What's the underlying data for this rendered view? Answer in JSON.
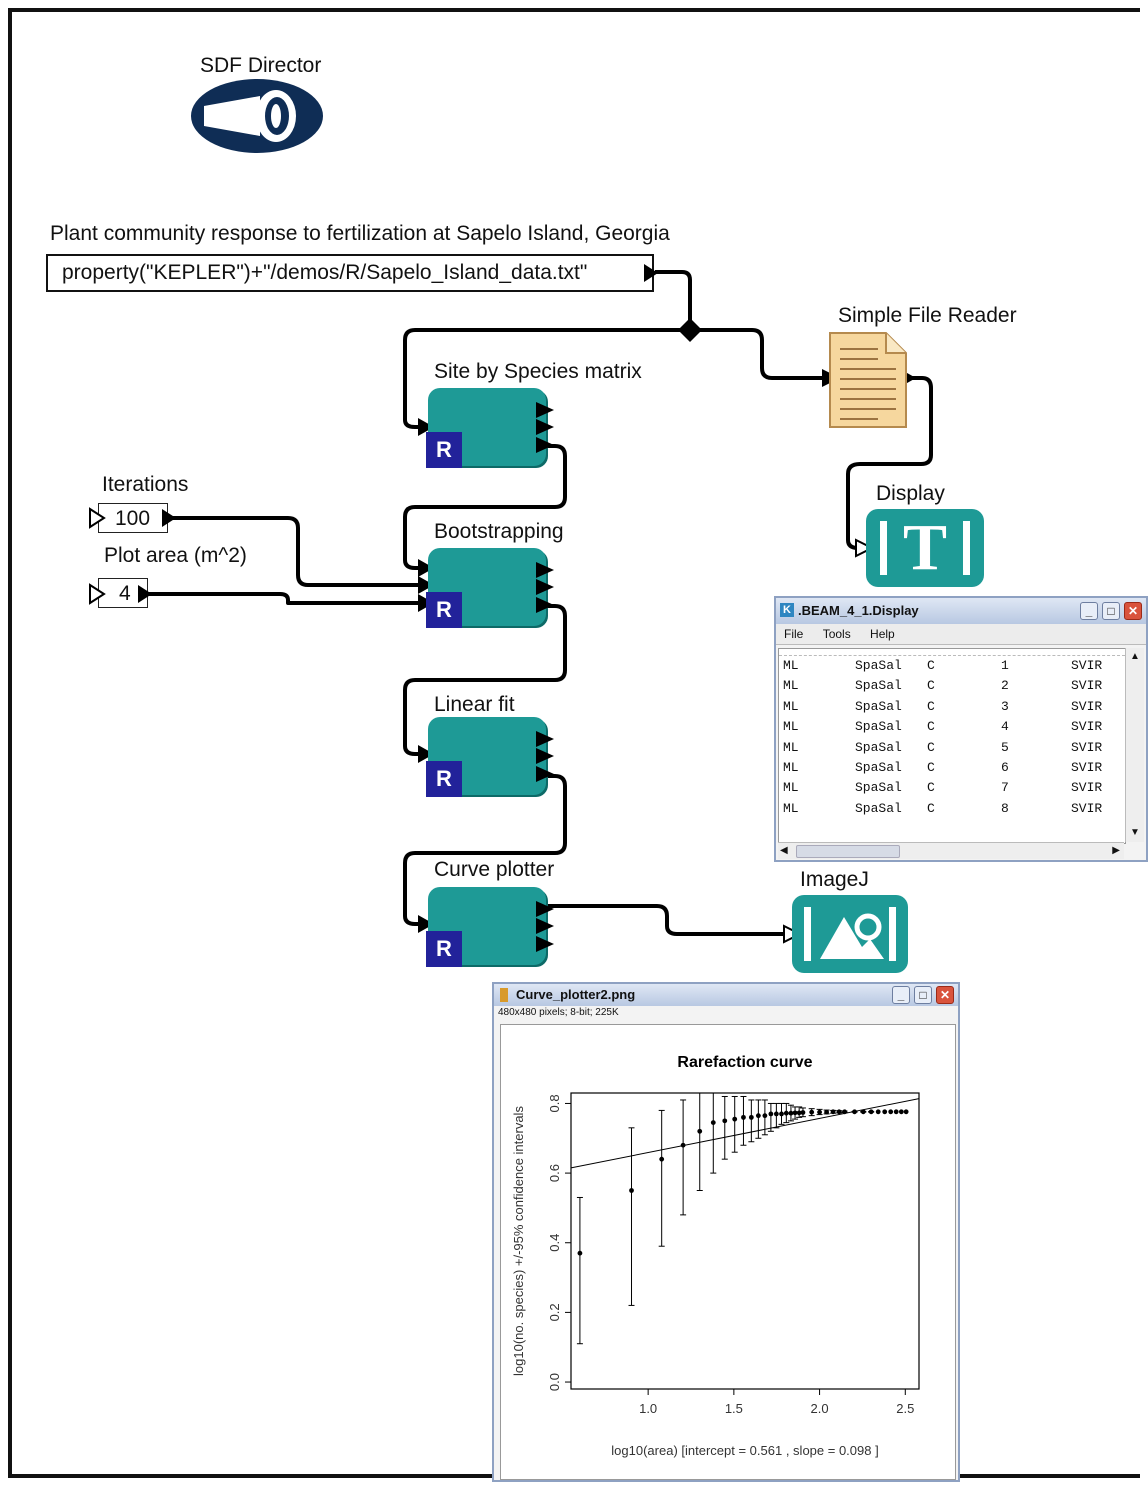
{
  "director": {
    "label": "SDF Director"
  },
  "workflow": {
    "title": "Plant community response to fertilization at Sapelo Island, Georgia",
    "expression": "property(\"KEPLER\")+\"/demos/R/Sapelo_Island_data.txt\"",
    "actors": {
      "site_by_species": "Site by Species matrix",
      "bootstrapping": "Bootstrapping",
      "linear_fit": "Linear fit",
      "curve_plotter": "Curve plotter",
      "simple_file_reader": "Simple File Reader",
      "display": "Display",
      "imagej": "ImageJ"
    },
    "r_badge": "R",
    "display_glyph": "T",
    "params": {
      "iterations": {
        "label": "Iterations",
        "value": "100"
      },
      "plot_area": {
        "label": "Plot area (m^2)",
        "value": "4"
      }
    }
  },
  "display_window": {
    "title": ".BEAM_4_1.Display",
    "menu": [
      "File",
      "Tools",
      "Help"
    ],
    "rows": [
      [
        "ML",
        "SpaSal",
        "C",
        "1",
        "SVIR"
      ],
      [
        "ML",
        "SpaSal",
        "C",
        "2",
        "SVIR"
      ],
      [
        "ML",
        "SpaSal",
        "C",
        "3",
        "SVIR"
      ],
      [
        "ML",
        "SpaSal",
        "C",
        "4",
        "SVIR"
      ],
      [
        "ML",
        "SpaSal",
        "C",
        "5",
        "SVIR"
      ],
      [
        "ML",
        "SpaSal",
        "C",
        "6",
        "SVIR"
      ],
      [
        "ML",
        "SpaSal",
        "C",
        "7",
        "SVIR"
      ],
      [
        "ML",
        "SpaSal",
        "C",
        "8",
        "SVIR"
      ]
    ]
  },
  "plot_window": {
    "title": "Curve_plotter2.png",
    "info": "480x480 pixels; 8-bit; 225K"
  },
  "chart_data": {
    "type": "scatter",
    "title": "Rarefaction curve",
    "xlabel": "log10(area)   [intercept =  0.561 , slope =  0.098 ]",
    "ylabel": "log10(no. species) +/-95% confidence intervals",
    "xlim": [
      0.55,
      2.58
    ],
    "ylim": [
      -0.02,
      0.83
    ],
    "xticks": [
      "1.0",
      "1.5",
      "2.0",
      "2.5"
    ],
    "xtick_values": [
      1.0,
      1.5,
      2.0,
      2.5
    ],
    "yticks": [
      "0.0",
      "0.2",
      "0.4",
      "0.6",
      "0.8"
    ],
    "ytick_values": [
      0.0,
      0.2,
      0.4,
      0.6,
      0.8
    ],
    "fit_line": {
      "intercept": 0.561,
      "slope": 0.098
    },
    "points": [
      {
        "x": 0.602,
        "y": 0.37,
        "lo": 0.11,
        "hi": 0.53
      },
      {
        "x": 0.903,
        "y": 0.55,
        "lo": 0.22,
        "hi": 0.73
      },
      {
        "x": 1.079,
        "y": 0.64,
        "lo": 0.39,
        "hi": 0.78
      },
      {
        "x": 1.204,
        "y": 0.68,
        "lo": 0.48,
        "hi": 0.81
      },
      {
        "x": 1.301,
        "y": 0.72,
        "lo": 0.55,
        "hi": 0.83
      },
      {
        "x": 1.38,
        "y": 0.745,
        "lo": 0.6,
        "hi": 0.83
      },
      {
        "x": 1.447,
        "y": 0.75,
        "lo": 0.64,
        "hi": 0.82
      },
      {
        "x": 1.505,
        "y": 0.755,
        "lo": 0.66,
        "hi": 0.82
      },
      {
        "x": 1.556,
        "y": 0.76,
        "lo": 0.68,
        "hi": 0.82
      },
      {
        "x": 1.602,
        "y": 0.76,
        "lo": 0.69,
        "hi": 0.81
      },
      {
        "x": 1.643,
        "y": 0.765,
        "lo": 0.7,
        "hi": 0.81
      },
      {
        "x": 1.681,
        "y": 0.765,
        "lo": 0.71,
        "hi": 0.81
      },
      {
        "x": 1.716,
        "y": 0.77,
        "lo": 0.72,
        "hi": 0.8
      },
      {
        "x": 1.748,
        "y": 0.77,
        "lo": 0.73,
        "hi": 0.8
      },
      {
        "x": 1.778,
        "y": 0.77,
        "lo": 0.74,
        "hi": 0.8
      },
      {
        "x": 1.806,
        "y": 0.772,
        "lo": 0.745,
        "hi": 0.8
      },
      {
        "x": 1.833,
        "y": 0.772,
        "lo": 0.75,
        "hi": 0.795
      },
      {
        "x": 1.857,
        "y": 0.773,
        "lo": 0.755,
        "hi": 0.79
      },
      {
        "x": 1.881,
        "y": 0.773,
        "lo": 0.76,
        "hi": 0.79
      },
      {
        "x": 1.903,
        "y": 0.774,
        "lo": 0.762,
        "hi": 0.787
      },
      {
        "x": 1.954,
        "y": 0.775,
        "lo": 0.765,
        "hi": 0.785
      },
      {
        "x": 2.0,
        "y": 0.775,
        "lo": 0.768,
        "hi": 0.783
      },
      {
        "x": 2.041,
        "y": 0.775,
        "lo": 0.77,
        "hi": 0.781
      },
      {
        "x": 2.079,
        "y": 0.776,
        "lo": 0.772,
        "hi": 0.78
      },
      {
        "x": 2.114,
        "y": 0.776,
        "lo": 0.773,
        "hi": 0.779
      },
      {
        "x": 2.146,
        "y": 0.776,
        "lo": 0.774,
        "hi": 0.778
      },
      {
        "x": 2.204,
        "y": 0.776,
        "lo": 0.775,
        "hi": 0.777
      },
      {
        "x": 2.255,
        "y": 0.776,
        "lo": 0.775,
        "hi": 0.777
      },
      {
        "x": 2.301,
        "y": 0.776,
        "lo": 0.775,
        "hi": 0.777
      },
      {
        "x": 2.342,
        "y": 0.776,
        "lo": 0.776,
        "hi": 0.776
      },
      {
        "x": 2.38,
        "y": 0.776,
        "lo": 0.776,
        "hi": 0.776
      },
      {
        "x": 2.415,
        "y": 0.776,
        "lo": 0.776,
        "hi": 0.776
      },
      {
        "x": 2.447,
        "y": 0.776,
        "lo": 0.776,
        "hi": 0.776
      },
      {
        "x": 2.477,
        "y": 0.776,
        "lo": 0.776,
        "hi": 0.776
      },
      {
        "x": 2.505,
        "y": 0.776,
        "lo": 0.776,
        "hi": 0.776
      }
    ]
  },
  "colors": {
    "actor": "#1e9a96",
    "r_badge": "#22229a",
    "director": "#0f2d55",
    "file_reader": "#f6d79e"
  }
}
